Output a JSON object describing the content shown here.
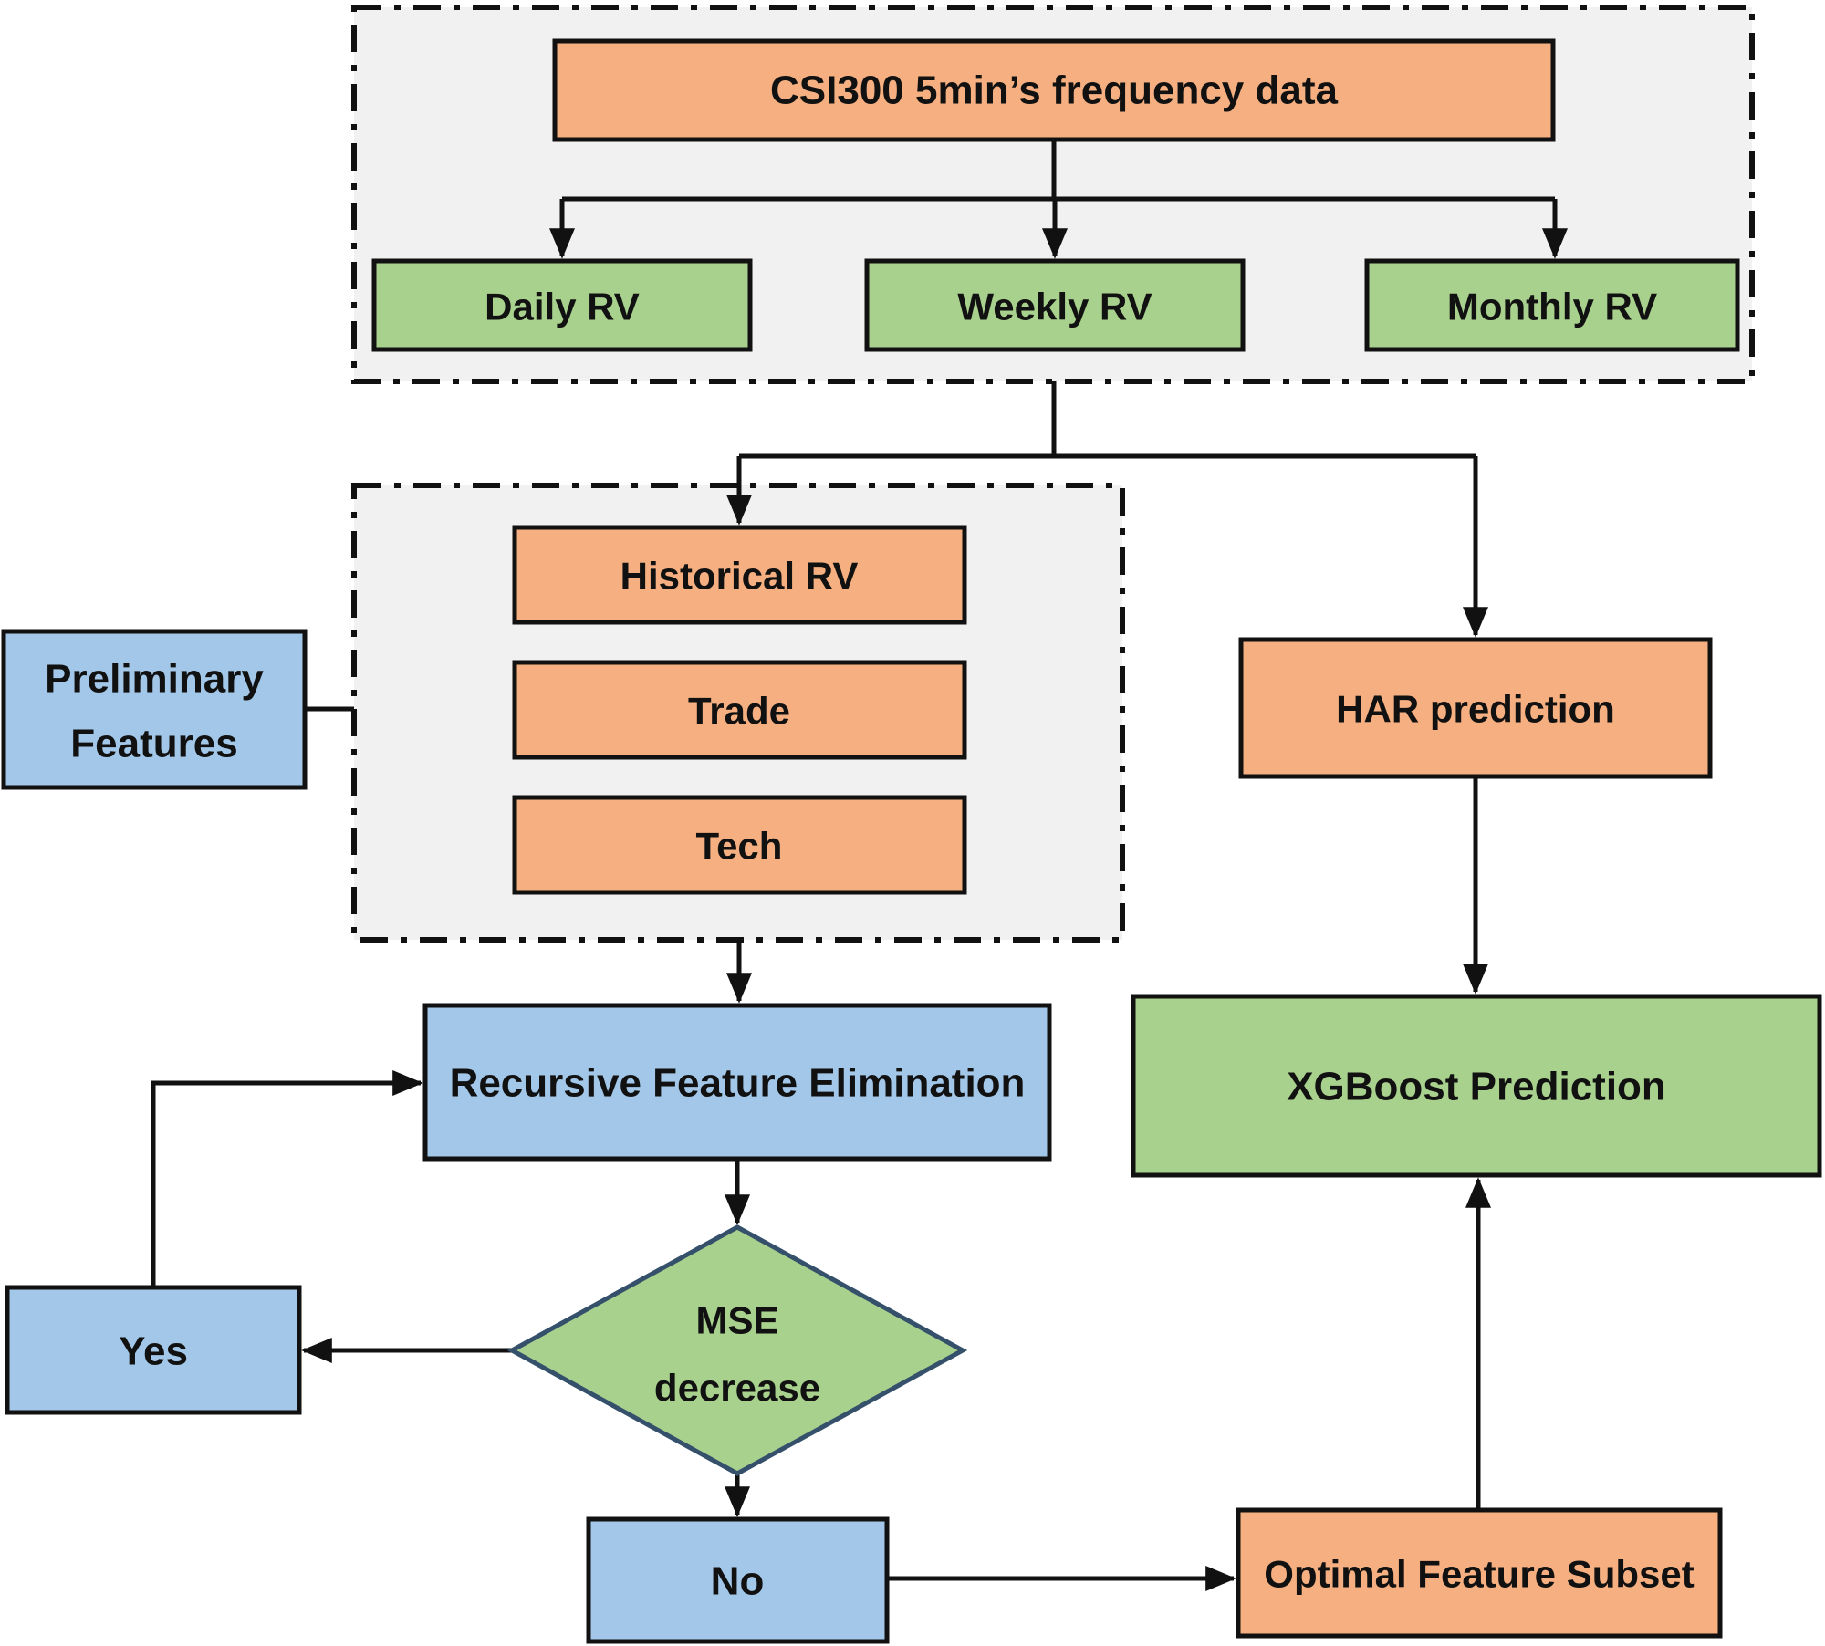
{
  "diagram": {
    "type": "flowchart",
    "description": "CSI300 realized-volatility forecasting workflow combining HAR and XGBoost with recursive feature elimination",
    "colors": {
      "node_orange": "#F5AF80",
      "node_green": "#A9D18E",
      "node_blue": "#A3C7E8",
      "container_bg": "#F1F1F1",
      "line": "#111111",
      "diamond_border": "#35506B"
    },
    "nodes": {
      "csi300": {
        "label": "CSI300 5min’s frequency data"
      },
      "daily_rv": {
        "label": "Daily RV"
      },
      "weekly_rv": {
        "label": "Weekly RV"
      },
      "monthly_rv": {
        "label": "Monthly RV"
      },
      "preliminary_features": {
        "line1": "Preliminary",
        "line2": "Features"
      },
      "historical_rv": {
        "label": "Historical RV"
      },
      "trade": {
        "label": "Trade"
      },
      "tech": {
        "label": "Tech"
      },
      "har_prediction": {
        "label": "HAR prediction"
      },
      "xgboost_prediction": {
        "label": "XGBoost Prediction"
      },
      "recursive_feature_elimination": {
        "label": "Recursive Feature Elimination"
      },
      "mse_decrease": {
        "line1": "MSE",
        "line2": "decrease"
      },
      "yes": {
        "label": "Yes"
      },
      "no": {
        "label": "No"
      },
      "optimal_feature_subset": {
        "label": "Optimal Feature Subset"
      }
    },
    "edges": [
      {
        "from": "csi300",
        "to": "daily_rv"
      },
      {
        "from": "csi300",
        "to": "weekly_rv"
      },
      {
        "from": "csi300",
        "to": "monthly_rv"
      },
      {
        "from": "rv_data_group",
        "to": "historical_rv"
      },
      {
        "from": "rv_data_group",
        "to": "har_prediction"
      },
      {
        "from": "preliminary_features",
        "to": "features_group"
      },
      {
        "from": "features_group",
        "to": "recursive_feature_elimination"
      },
      {
        "from": "recursive_feature_elimination",
        "to": "mse_decrease"
      },
      {
        "from": "mse_decrease",
        "to": "yes"
      },
      {
        "from": "mse_decrease",
        "to": "no"
      },
      {
        "from": "yes",
        "to": "recursive_feature_elimination"
      },
      {
        "from": "no",
        "to": "optimal_feature_subset"
      },
      {
        "from": "optimal_feature_subset",
        "to": "xgboost_prediction"
      },
      {
        "from": "har_prediction",
        "to": "xgboost_prediction"
      }
    ]
  }
}
